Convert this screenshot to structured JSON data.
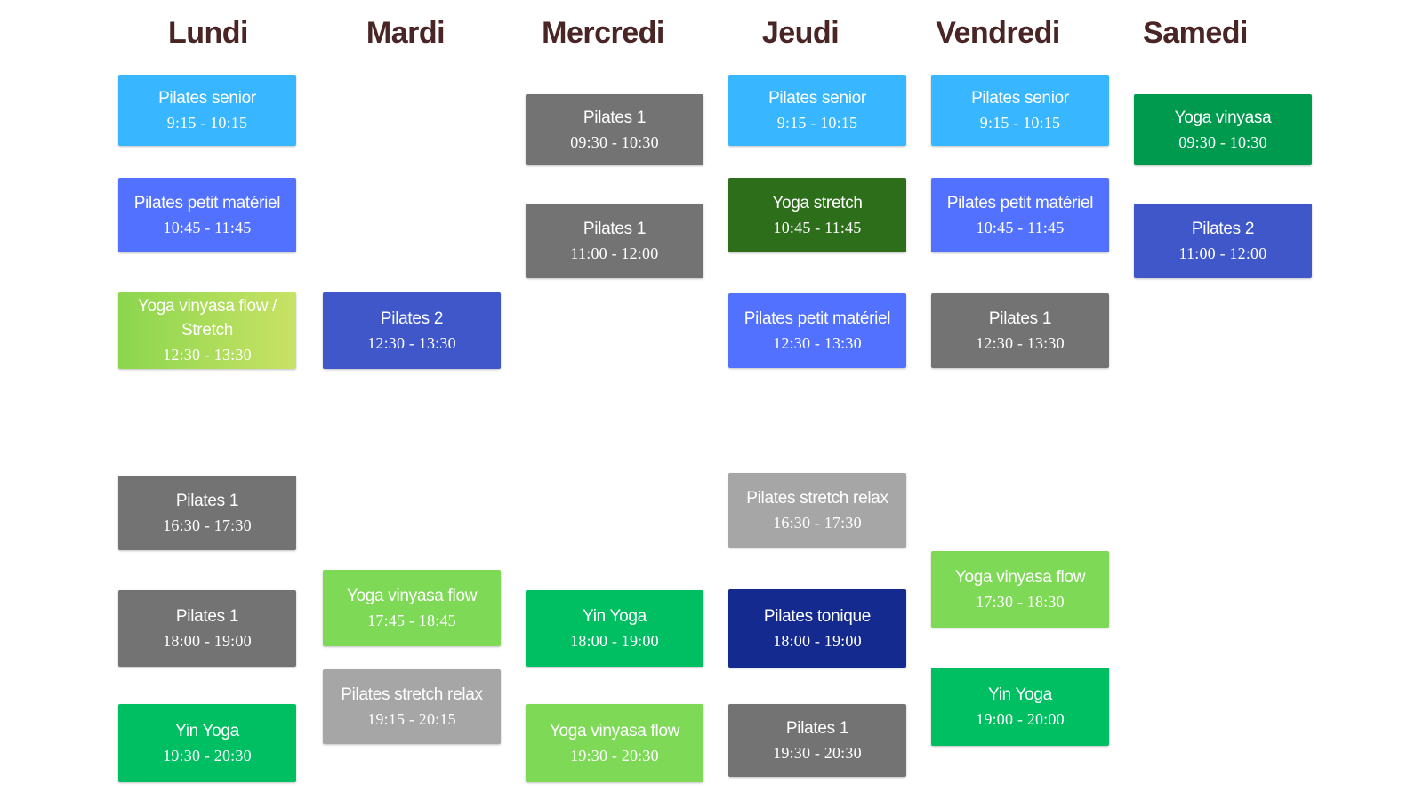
{
  "colors": {
    "title": "#4a2525",
    "pilates_senior": "#38b6ff",
    "pilates_petit_materiel": "#5271ff",
    "pilates_1": "#737373",
    "pilates_2": "#3f57c8",
    "pilates_stretch_relax": "#a6a6a6",
    "pilates_tonique": "#152a8e",
    "yin_yoga": "#00bf63",
    "yoga_vinyasa_flow": "#7ed957",
    "yoga_vinyasa": "#009a4f",
    "yoga_stretch": "#2d6e1b",
    "yoga_flow_stretch_gradient_from": "#8bd64e",
    "yoga_flow_stretch_gradient_to": "#c9e265"
  },
  "days": [
    {
      "name": "Lundi",
      "classes": [
        {
          "name": "Pilates senior",
          "time": "9:15 - 10:15",
          "color_key": "pilates_senior"
        },
        {
          "name": "Pilates petit matériel",
          "time": "10:45 - 11:45",
          "color_key": "pilates_petit_materiel"
        },
        {
          "name": "Yoga vinyasa flow / Stretch",
          "time": "12:30 - 13:30",
          "color_key": "gradient_yoga"
        },
        {
          "name": "Pilates 1",
          "time": "16:30 - 17:30",
          "color_key": "pilates_1"
        },
        {
          "name": "Pilates 1",
          "time": "18:00 - 19:00",
          "color_key": "pilates_1"
        },
        {
          "name": "Yin Yoga",
          "time": "19:30 - 20:30",
          "color_key": "yin_yoga"
        }
      ]
    },
    {
      "name": "Mardi",
      "classes": [
        {
          "name": "Pilates 2",
          "time": "12:30 - 13:30",
          "color_key": "pilates_2"
        },
        {
          "name": "Yoga vinyasa flow",
          "time": "17:45 - 18:45",
          "color_key": "yoga_vinyasa_flow"
        },
        {
          "name": "Pilates stretch relax",
          "time": "19:15 - 20:15",
          "color_key": "pilates_stretch_relax"
        }
      ]
    },
    {
      "name": "Mercredi",
      "classes": [
        {
          "name": "Pilates 1",
          "time": "09:30 - 10:30",
          "color_key": "pilates_1"
        },
        {
          "name": "Pilates 1",
          "time": "11:00 - 12:00",
          "color_key": "pilates_1"
        },
        {
          "name": "Yin Yoga",
          "time": "18:00 - 19:00",
          "color_key": "yin_yoga"
        },
        {
          "name": "Yoga vinyasa flow",
          "time": "19:30 - 20:30",
          "color_key": "yoga_vinyasa_flow"
        }
      ]
    },
    {
      "name": "Jeudi",
      "classes": [
        {
          "name": "Pilates senior",
          "time": "9:15 - 10:15",
          "color_key": "pilates_senior"
        },
        {
          "name": "Yoga stretch",
          "time": "10:45 - 11:45",
          "color_key": "yoga_stretch"
        },
        {
          "name": "Pilates petit matériel",
          "time": "12:30 - 13:30",
          "color_key": "pilates_petit_materiel"
        },
        {
          "name": "Pilates stretch relax",
          "time": "16:30 - 17:30",
          "color_key": "pilates_stretch_relax"
        },
        {
          "name": "Pilates tonique",
          "time": "18:00 - 19:00",
          "color_key": "pilates_tonique"
        },
        {
          "name": "Pilates 1",
          "time": "19:30 - 20:30",
          "color_key": "pilates_1"
        }
      ]
    },
    {
      "name": "Vendredi",
      "classes": [
        {
          "name": "Pilates senior",
          "time": "9:15 - 10:15",
          "color_key": "pilates_senior"
        },
        {
          "name": "Pilates petit matériel",
          "time": "10:45 - 11:45",
          "color_key": "pilates_petit_materiel"
        },
        {
          "name": "Pilates 1",
          "time": "12:30 - 13:30",
          "color_key": "pilates_1"
        },
        {
          "name": "Yoga vinyasa flow",
          "time": "17:30 - 18:30",
          "color_key": "yoga_vinyasa_flow"
        },
        {
          "name": "Yin Yoga",
          "time": "19:00 - 20:00",
          "color_key": "yin_yoga"
        }
      ]
    },
    {
      "name": "Samedi",
      "classes": [
        {
          "name": "Yoga vinyasa",
          "time": "09:30 - 10:30",
          "color_key": "yoga_vinyasa"
        },
        {
          "name": "Pilates 2",
          "time": "11:00 - 12:00",
          "color_key": "pilates_2"
        }
      ]
    }
  ]
}
